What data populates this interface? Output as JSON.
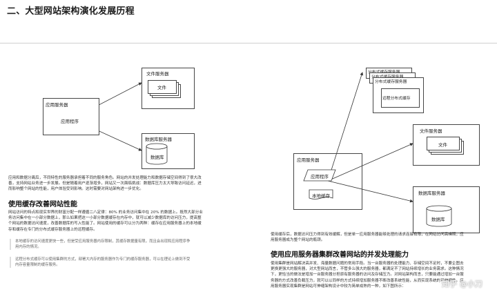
{
  "heading": "二、大型网站架构演化发展历程",
  "left_diagram": {
    "file_server": "文件服务器",
    "file": "文件",
    "app_server": "应用服务器",
    "app_program": "应用程序",
    "db_server": "数据库服务器",
    "db": "数据库"
  },
  "right_diagram": {
    "cache_servers": [
      "分布式缓存服务器",
      "分布式缓存服务器",
      "分布式缓存服务器"
    ],
    "remote_cache": "远程分布式缓存",
    "file_server": "文件服务器",
    "file": "文件",
    "app_server": "应用服务器",
    "app_program": "应用程序",
    "local_cache": "本地缓存",
    "db_server": "数据库服务器",
    "db": "数据库"
  },
  "left_col": {
    "intro_lines": [
      "应用和数据分离后，不同特性的服务器承担着不同的服务角色。网站的并发处理能力和数据存储空间得到了很大改",
      "善，支持网站业务进一步发展。但是随着用户逐渐增多，网站又一次面临挑战：数据库压力太大导致访问延迟，进",
      "而影响整个网站的性能，用户体验受到影响。这时需要对网站架构进一步优化。"
    ],
    "section_title": "使用缓存改善网站性能",
    "body_lines": [
      "网站访问的特点和现实世界的财富分配一样遵循二八定律：80% 的业务访问集中在 20% 的数据上。既然大部分业",
      "务访问集中在一小部分数据上，那么如果把这一小部分数据缓存在内存中，就可以减少数据库的访问压力，提高整",
      "个网站的数据访问速度，改善数据库的写入性能了。网站使用的缓存可以分为两种：缓存在应用服务器上的本地缓",
      "存和缓存在专门的分布式缓存服务器上的远程缓存。"
    ],
    "quote_lines_1": [
      "本地缓存的访问速度更快一些，但是受应用服务器内存限制，其缓存数据量有限，而且会出现和应用程序争",
      "用内存的情况。"
    ],
    "quote_lines_2": [
      "远程分布式缓存可以使用集群的方式，部署大内存的服务器作为专门的缓存服务器，可以在理论上做到不受",
      "内存容量限制的缓存服务。"
    ]
  },
  "right_col": {
    "intro_lines": [
      "使用缓存后，数据访问压力得到有效缓解，但是单一应用服务器能够处理的请求连接有限，在网站访问高峰期，应",
      "用服务器成为整个网站的瓶颈。"
    ],
    "section_title": "使用应用服务器集群改善网站的并发处理能力",
    "body_lines": [
      "使用集群是网站解决高并发、海量数据问题的常用手段。当一台服务器的处理能力、存储空间不足时，不要企图去",
      "更换更强大的服务器，对大型网站而言，不管多么强大的服务器，都满足不了网站持续增长的业务需求。这种情况",
      "下，更恰当的做法是增加一台服务器分担原有服务器的访问及存储压力。对网站架构而言，只要能通过增加一台服",
      "务器的方式改善负载压力，就可以以同样的方式持续增加服务器不断改善系统性能，从而实现系统的可伸缩性。应",
      "用服务器实现集群是网站可伸缩架构设计中较为简单成熟的一种，如下图所示："
    ]
  },
  "watermark": "知乎 @小刀"
}
